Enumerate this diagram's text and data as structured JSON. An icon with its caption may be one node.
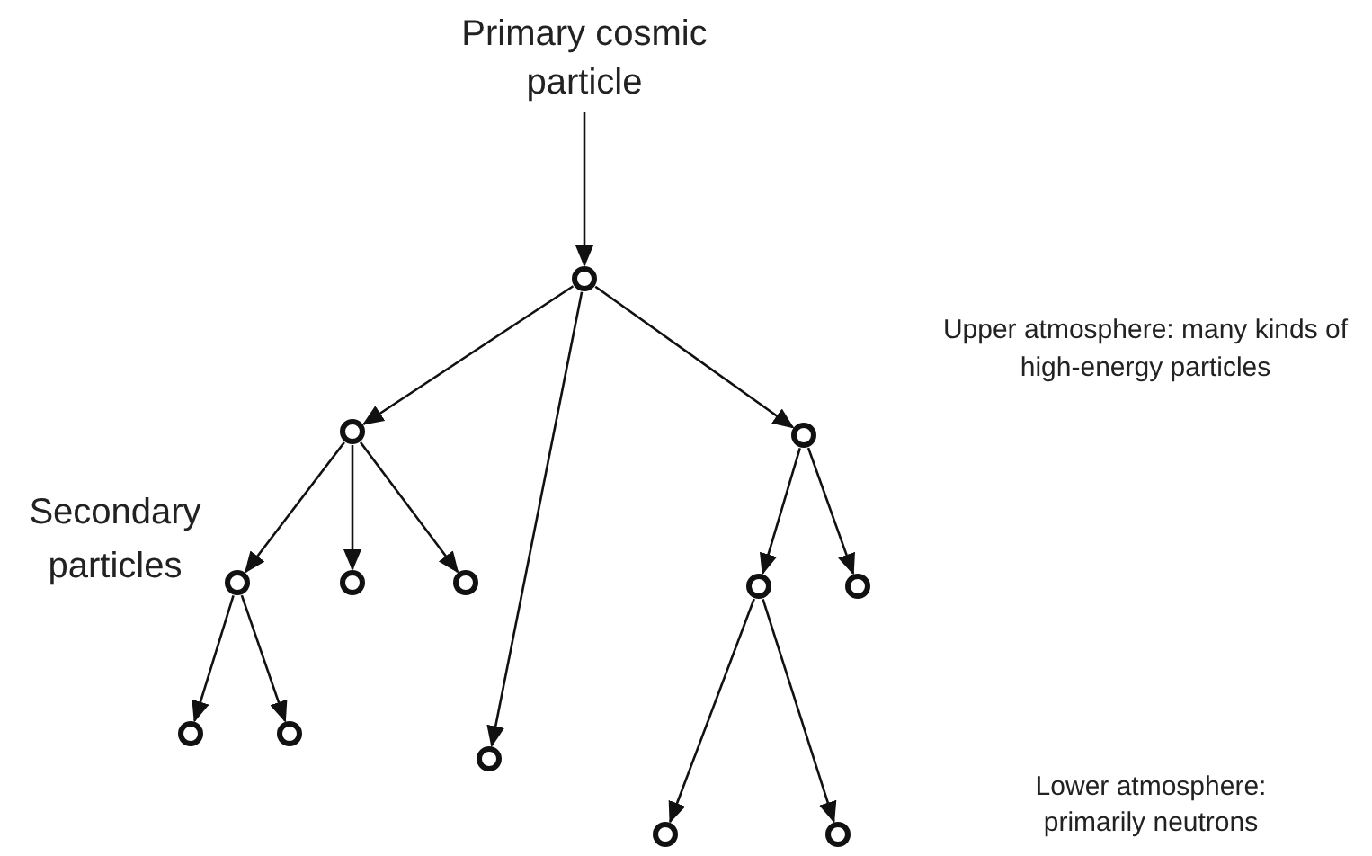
{
  "diagram": {
    "nodes": [
      {
        "text": [
          "Primary cosmic particle"
        ]
      },
      {
        "text": [],
        "shape": "circle"
      },
      {
        "text": [],
        "shape": "circle"
      },
      {
        "text": [],
        "shape": "circle"
      },
      {
        "text": [],
        "shape": "circle"
      },
      {
        "text": [],
        "shape": "circle"
      },
      {
        "text": [],
        "shape": "circle"
      },
      {
        "text": [],
        "shape": "circle"
      },
      {
        "text": [],
        "shape": "circle"
      },
      {
        "text": [],
        "shape": "circle"
      },
      {
        "text": [],
        "shape": "circle"
      },
      {
        "text": [],
        "shape": "circle"
      },
      {
        "text": [],
        "shape": "circle"
      },
      {
        "text": [],
        "shape": "circle"
      }
    ],
    "edges": [
      {
        "from": 0,
        "to": 1,
        "arrow": "to"
      },
      {
        "from": 1,
        "to": 2,
        "arrow": "to"
      },
      {
        "from": 1,
        "to": 11,
        "arrow": "to"
      },
      {
        "from": 1,
        "to": 3,
        "arrow": "to"
      },
      {
        "from": 2,
        "to": 4,
        "arrow": "to"
      },
      {
        "from": 2,
        "to": 5,
        "arrow": "to"
      },
      {
        "from": 2,
        "to": 6,
        "arrow": "to"
      },
      {
        "from": 3,
        "to": 7,
        "arrow": "to"
      },
      {
        "from": 3,
        "to": 8,
        "arrow": "to"
      },
      {
        "from": 4,
        "to": 9,
        "arrow": "to"
      },
      {
        "from": 4,
        "to": 10,
        "arrow": "to"
      },
      {
        "from": 7,
        "to": 12,
        "arrow": "to"
      },
      {
        "from": 7,
        "to": 13,
        "arrow": "to"
      }
    ],
    "labels": [
      "Secondary particles",
      "Upper atmosphere: many kinds of high-energy particles",
      "Lower atmosphere: primarily neutrons"
    ]
  }
}
